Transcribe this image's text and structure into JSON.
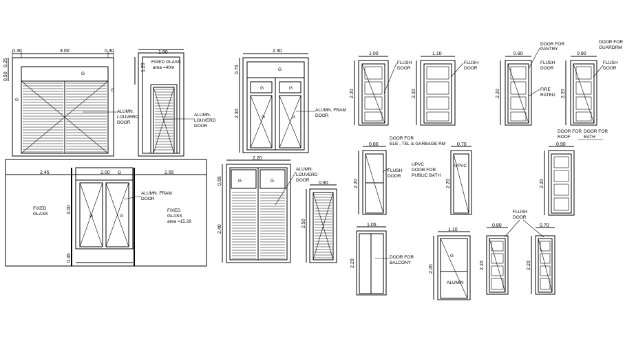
{
  "drawing": {
    "dims": {
      "w1_left": "0.30",
      "w1_mid": "3.00",
      "w1_right": "0.30",
      "w1_top": "0.50",
      "w1_top2": "0.25",
      "w2_top": "1.90",
      "w2_side": "1.20",
      "w3_top": "2.30",
      "w3_side_top": "0.75",
      "w3_side": "2.30",
      "d1_w": "1.00",
      "d1_h": "2.20",
      "d2_w": "1.10",
      "d2_h": "2.20",
      "d3_w": "0.90",
      "d3_h": "2.20",
      "d4_w": "0.90",
      "d4_h": "2.20",
      "big_left": "2.45",
      "big_mid": "2.00",
      "big_right": "2.55",
      "big_h": "3.00",
      "big_bottom": "0.45",
      "lv_w": "2.20",
      "lv_top": "0.65",
      "lv_h": "2.40",
      "lv2_w": "0.90",
      "lv2_h": "2.50",
      "d5_w": "0.80",
      "d5_h": "2.20",
      "d6_w": "0.70",
      "d6_h": "2.20",
      "d7_w": "0.90",
      "d7_h": "2.20",
      "d8_w": "1.05",
      "d8_h": "2.20",
      "d9_w": "1.10",
      "d9_h": "2.20",
      "d10_w": "0.80",
      "d10_h": "2.20",
      "d11_w": "0.70",
      "d11_h": "2.20"
    },
    "labels": {
      "g": "G",
      "alum_louvered": [
        "ALUMN.",
        "LOUVERD",
        "DOOR"
      ],
      "fixed_glass_top": [
        "FIXED GLASS",
        "area =40m"
      ],
      "alum_louvered2": [
        "ALUMN.",
        "LOUVERD",
        "DOOR"
      ],
      "alum_fram_door": [
        "ALUMN. FRAM",
        "DOOR"
      ],
      "flush_door": [
        "FLUSH",
        "DOOR"
      ],
      "door_for_pantry": [
        "DOOR FOR",
        "PANTRY"
      ],
      "fire_rated": [
        "FIRE",
        "RATED"
      ],
      "door_for_guardrm": [
        "DOOR FOR",
        "GUARDRM"
      ],
      "fixed_glass": [
        "FIXED",
        "GLASS"
      ],
      "alum_fram_door2": [
        "ALUMN. FRAM",
        "DOOR"
      ],
      "fixed_glass_area": [
        "FIXED",
        "GLASS",
        "area =15.28"
      ],
      "alum_louvered3": [
        "ALUMN.",
        "LOUVERD",
        "DOOR"
      ],
      "door_for_ele": [
        "DOOR FOR",
        "ELE , TEL & GARBAGE RM"
      ],
      "upvc": [
        "UPVC",
        "DOOR FOR",
        "PUBLIC BATH"
      ],
      "upvc_in": "UPVC",
      "door_for_roof": [
        "DOOR FOR",
        "ROOF"
      ],
      "door_for_bath": [
        "DOOR FOR",
        "BATH"
      ],
      "door_for_balcony": [
        "DOOR FOR",
        "BALCONY"
      ],
      "alumin": "ALUMIN",
      "flush_door_top": [
        "FLUSH",
        "DOOR"
      ]
    }
  }
}
